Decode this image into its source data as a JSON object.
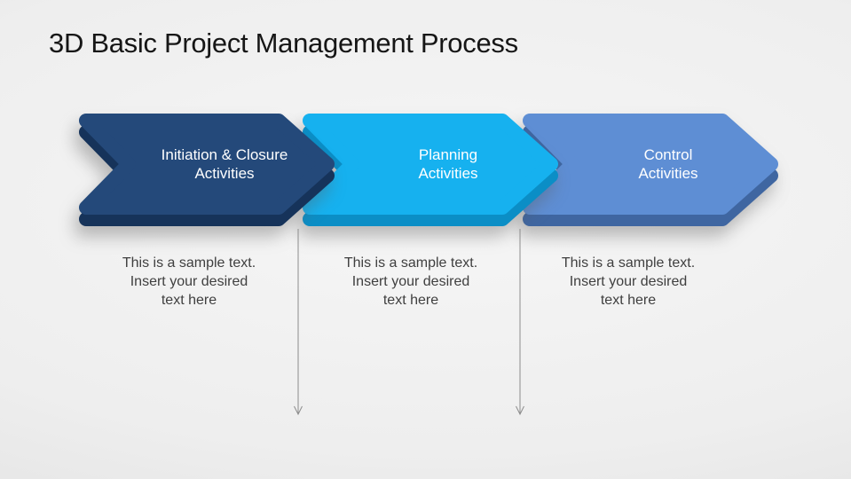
{
  "slide": {
    "title": "3D Basic Project Management Process"
  },
  "process": {
    "steps": [
      {
        "label": "Initiation & Closure\nActivities",
        "description": "This is a sample text.\nInsert your desired\ntext here",
        "face_color": "#24497a",
        "side_color": "#16335a"
      },
      {
        "label": "Planning\nActivities",
        "description": "This is a sample text.\nInsert your desired\ntext here",
        "face_color": "#16b1ef",
        "side_color": "#0b8ec6"
      },
      {
        "label": "Control\nActivities",
        "description": "This is a sample text.\nInsert your desired\ntext here",
        "face_color": "#5e8ed4",
        "side_color": "#3f66a1"
      }
    ]
  },
  "colors": {
    "title_text": "#161616",
    "description_text": "#3f3f3f",
    "chevron_label_text": "#ffffff",
    "connector_arrow": "#8c8c8c",
    "background": "#ececec"
  }
}
